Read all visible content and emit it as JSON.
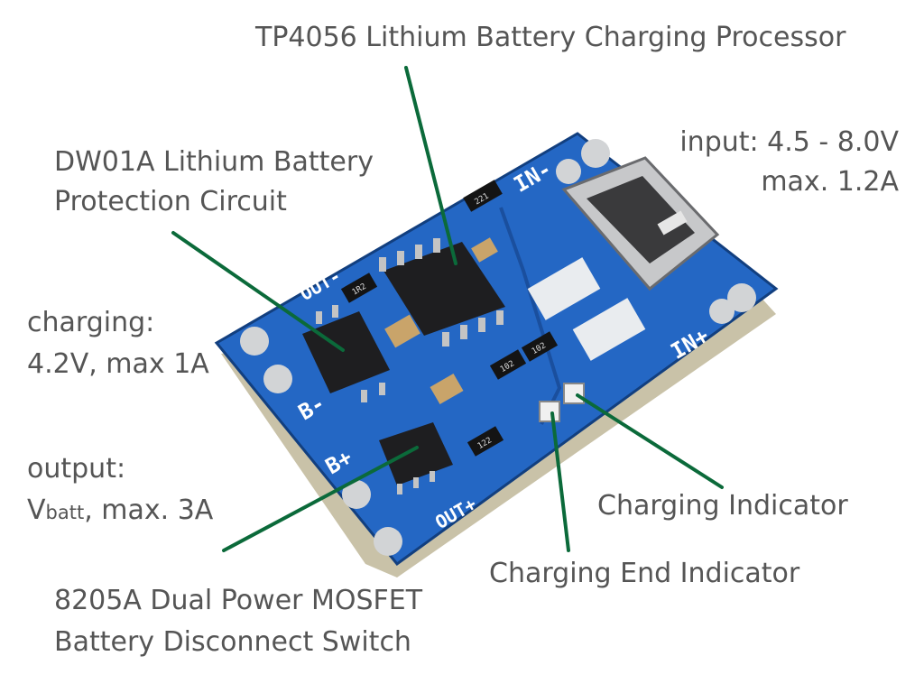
{
  "colors": {
    "leader": "#0b6a3a",
    "label_text": "#555555",
    "pcb": "#2467c4",
    "pcb_dark": "#123f7f",
    "chip": "#1e1e20",
    "pad": "#d2d4d6"
  },
  "labels": {
    "tp4056": "TP4056 Lithium Battery Charging Processor",
    "dw01a_line1": "DW01A Lithium Battery",
    "dw01a_line2": "Protection Circuit",
    "input_line1": "input: 4.5 - 8.0V",
    "input_line2": "max. 1.2A",
    "charging_line1": "charging:",
    "charging_line2": "4.2V, max 1A",
    "output_line1": "output:",
    "output_v": "V",
    "output_sub": "batt",
    "output_rest": ", max. 3A",
    "charging_indicator": "Charging Indicator",
    "charging_end_indicator": "Charging End Indicator",
    "mosfet_line1": "8205A Dual Power MOSFET",
    "mosfet_line2": "Battery Disconnect Switch"
  },
  "board": {
    "in_minus": "IN-",
    "in_plus": "IN+",
    "out_minus": "OUT-",
    "out_plus": "OUT+",
    "b_minus": "B-",
    "b_plus": "B+",
    "r1": "221",
    "r2": "1R2",
    "r3": "102",
    "r4": "102",
    "r5": "122"
  }
}
